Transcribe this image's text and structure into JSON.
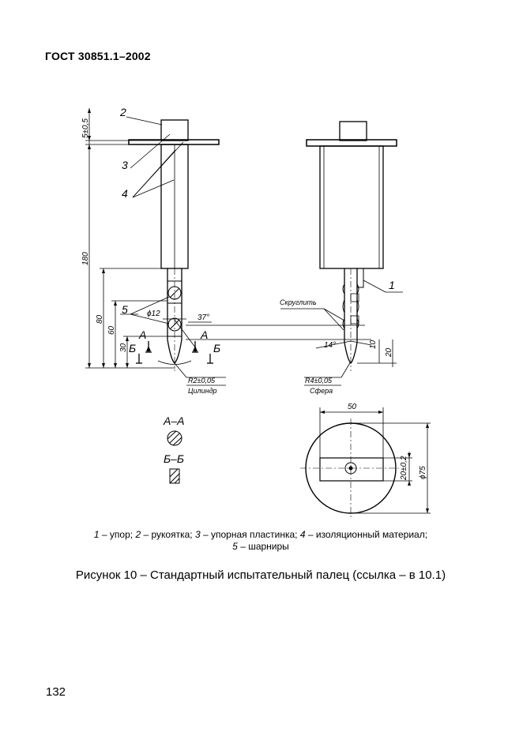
{
  "header": {
    "doc_code": "ГОСТ 30851.1–2002"
  },
  "drawing": {
    "callouts": {
      "c1": "1",
      "c2": "2",
      "c3": "3",
      "c4": "4",
      "c5": "5"
    },
    "dimensions": {
      "d5": "5±0,5",
      "d180": "180",
      "d80": "80",
      "d60": "60",
      "d30": "30",
      "phi12": "ϕ12",
      "ang37": "37°",
      "ang14": "14°",
      "d10": "10",
      "d20": "20",
      "d50": "50",
      "d20b": "20±0,2",
      "phi75": "ϕ75"
    },
    "notes": {
      "r2": "R2±0,05",
      "cyl": "Цилиндр",
      "r4": "R4±0,05",
      "sph": "Сфера",
      "round": "Скруглить"
    },
    "sections": {
      "a": "А",
      "b": "Б",
      "aa": "А–А",
      "bb": "Б–Б"
    }
  },
  "legend": {
    "n1": "1",
    "t1": " – упор; ",
    "n2": "2",
    "t2": " – рукоятка; ",
    "n3": "3",
    "t3": " – упорная пластинка; ",
    "n4": "4",
    "t4": " – изоляционный материал;",
    "n5": "5",
    "t5": " – шарниры"
  },
  "caption": "Рисунок 10 – Стандартный испытательный палец (ссылка – в 10.1)",
  "page_number": "132"
}
